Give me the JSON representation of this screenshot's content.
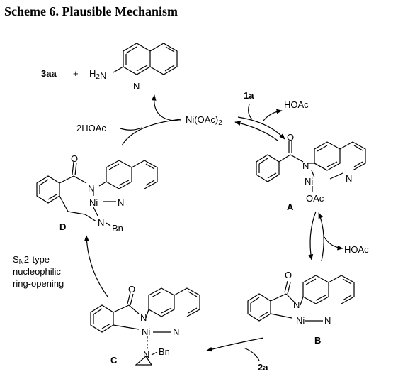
{
  "title": "Scheme 6. Plausible Mechanism",
  "labels": {
    "product_3aa": "3aa",
    "plus": "+",
    "h2n": "H2N",
    "n_quinoline_top": "N",
    "reagent_1a": "1a",
    "hoac_top": "HOAc",
    "ni_oac2": "Ni(OAc)2",
    "two_hoac": "2HOAc",
    "label_a": "A",
    "label_b": "B",
    "label_c": "C",
    "label_d": "D",
    "hoac_right": "HOAc",
    "reagent_2a": "2a",
    "sn2_line1": "SN2-type",
    "sn2_line2": "nucleophilic",
    "sn2_line3": "ring-opening",
    "o": "O",
    "n": "N",
    "ni": "Ni",
    "oac": "OAc",
    "bn": "Bn"
  }
}
